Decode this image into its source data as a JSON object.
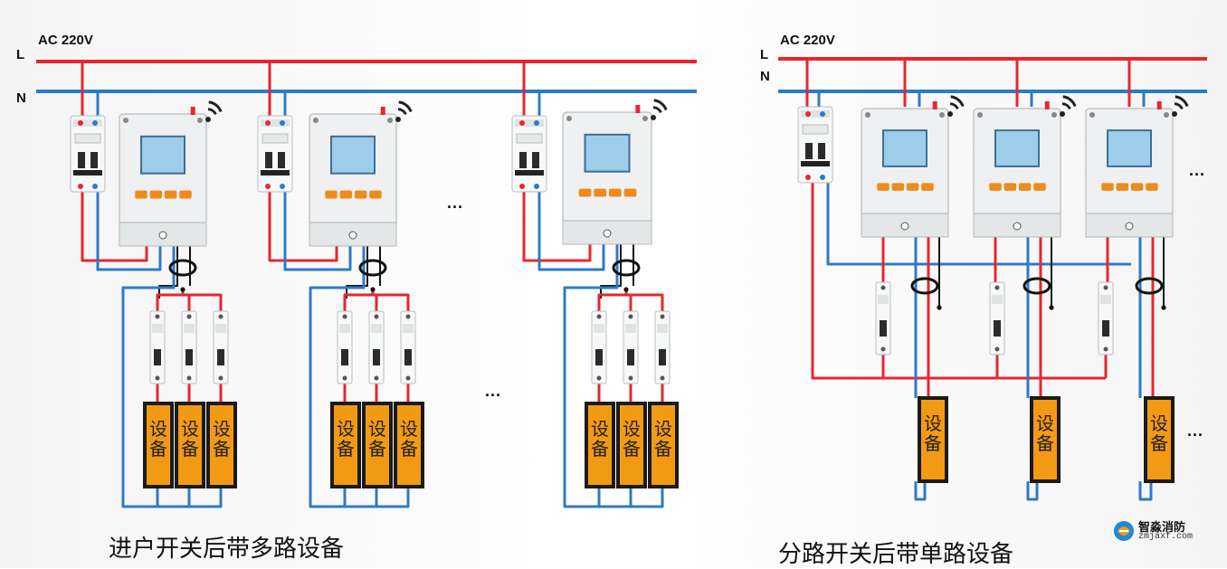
{
  "voltage_label": "AC 220V",
  "voltage_label_right": "AC 220V",
  "line_label": "L",
  "neutral_label": "N",
  "line_label_right": "L",
  "neutral_label_right": "N",
  "equipment_label": "设备",
  "ellipsis": "...",
  "left_caption": "进户开关后带多路设备",
  "right_caption": "分路开关后带单路设备",
  "logo": {
    "name": "智淼消防",
    "url": "zmjaxf.com"
  },
  "colors": {
    "live": "#e8262f",
    "neutral": "#2e7bc4",
    "equipment_fill": "#f39a14",
    "equipment_border": "#1a1a1a",
    "device_body": "#f2f4f5"
  }
}
